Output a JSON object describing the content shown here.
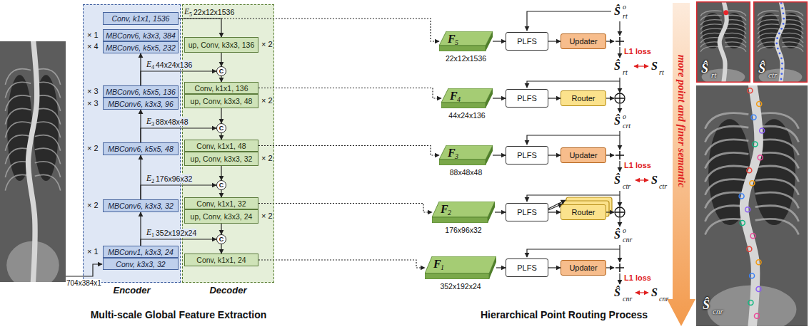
{
  "diagram": {
    "nodes": [
      {
        "text": [
          "Encoder"
        ]
      },
      {
        "text": [
          "Decoder"
        ]
      },
      {
        "text": [
          "Conv, k1x1, 1536"
        ],
        "in": 0
      },
      {
        "text": [
          "MBConv6, k3x3, 384"
        ],
        "in": 0
      },
      {
        "text": [
          "MBConv6, k5x5, 232"
        ],
        "in": 0
      },
      {
        "text": [
          "MBConv6, k5x5, 136"
        ],
        "in": 0
      },
      {
        "text": [
          "MBConv6, k3x3, 96"
        ],
        "in": 0
      },
      {
        "text": [
          "MBConv6, k5x5, 48"
        ],
        "in": 0
      },
      {
        "text": [
          "MBConv6, k3x3, 32"
        ],
        "in": 0
      },
      {
        "text": [
          "MBConv1, k3x3, 24"
        ],
        "in": 0
      },
      {
        "text": [
          "Conv, k3x3, 32"
        ],
        "in": 0
      },
      {
        "text": [
          "up, Conv, k3x3, 136"
        ],
        "in": 1
      },
      {
        "text": [
          "C"
        ],
        "in": 1
      },
      {
        "text": [
          "Conv, k1x1, 136"
        ],
        "in": 1
      },
      {
        "text": [
          "up, Conv, k3x3, 48"
        ],
        "in": 1
      },
      {
        "text": [
          "C"
        ],
        "in": 1
      },
      {
        "text": [
          "Conv, k1x1, 48"
        ],
        "in": 1
      },
      {
        "text": [
          "up, Conv, k3x3, 32"
        ],
        "in": 1
      },
      {
        "text": [
          "C"
        ],
        "in": 1
      },
      {
        "text": [
          "Conv, k1x1, 32"
        ],
        "in": 1
      },
      {
        "text": [
          "up, Conv, k3x3, 24"
        ],
        "in": 1
      },
      {
        "text": [
          "C"
        ],
        "in": 1
      },
      {
        "text": [
          "Conv, k1x1, 24"
        ],
        "in": 1
      },
      {
        "text": [
          "F",
          "5",
          "22x12x1536"
        ]
      },
      {
        "text": [
          "PLFS"
        ]
      },
      {
        "text": [
          "Updater"
        ]
      },
      {
        "text": [
          "F",
          "4",
          "44x24x136"
        ]
      },
      {
        "text": [
          "PLFS"
        ]
      },
      {
        "text": [
          "Router"
        ]
      },
      {
        "text": [
          "F",
          "3",
          "88x48x48"
        ]
      },
      {
        "text": [
          "PLFS"
        ]
      },
      {
        "text": [
          "Updater"
        ]
      },
      {
        "text": [
          "F",
          "2",
          "176x96x32"
        ]
      },
      {
        "text": [
          "PLFS"
        ]
      },
      {
        "text": [
          "Router"
        ]
      },
      {
        "text": [
          "F",
          "1",
          "352x192x24"
        ]
      },
      {
        "text": [
          "PLFS"
        ]
      },
      {
        "text": [
          "Updater"
        ]
      }
    ],
    "edges": [
      {
        "from": 9,
        "to": 8,
        "arrow": "to"
      },
      {
        "from": 8,
        "to": 7,
        "arrow": "to"
      },
      {
        "from": 7,
        "to": 6,
        "arrow": "to"
      },
      {
        "from": 5,
        "to": 4,
        "arrow": "to"
      },
      {
        "from": 2,
        "to": 11,
        "arrow": "to"
      },
      {
        "from": 5,
        "to": 12,
        "arrow": "to"
      },
      {
        "from": 7,
        "to": 15,
        "arrow": "to"
      },
      {
        "from": 8,
        "to": 18,
        "arrow": "to"
      },
      {
        "from": 9,
        "to": 21,
        "arrow": "to"
      },
      {
        "from": 11,
        "to": 12,
        "arrow": "to"
      },
      {
        "from": 12,
        "to": 13,
        "arrow": "to"
      },
      {
        "from": 14,
        "to": 15,
        "arrow": "to"
      },
      {
        "from": 15,
        "to": 16,
        "arrow": "to"
      },
      {
        "from": 17,
        "to": 18,
        "arrow": "to"
      },
      {
        "from": 18,
        "to": 19,
        "arrow": "to"
      },
      {
        "from": 20,
        "to": 21,
        "arrow": "to"
      },
      {
        "from": 21,
        "to": 22,
        "arrow": "to"
      },
      {
        "from": 2,
        "to": 23,
        "arrow": "to"
      },
      {
        "from": 13,
        "to": 26,
        "arrow": "to"
      },
      {
        "from": 16,
        "to": 29,
        "arrow": "to"
      },
      {
        "from": 19,
        "to": 32,
        "arrow": "to"
      },
      {
        "from": 22,
        "to": 35,
        "arrow": "to"
      },
      {
        "from": 23,
        "to": 24,
        "arrow": "to"
      },
      {
        "from": 26,
        "to": 27,
        "arrow": "to"
      },
      {
        "from": 29,
        "to": 30,
        "arrow": "to"
      },
      {
        "from": 32,
        "to": 33,
        "arrow": "to"
      },
      {
        "from": 35,
        "to": 36,
        "arrow": "to"
      },
      {
        "from": 24,
        "to": 25,
        "arrow": "to"
      },
      {
        "from": 27,
        "to": 28,
        "arrow": "to"
      },
      {
        "from": 30,
        "to": 31,
        "arrow": "to"
      },
      {
        "from": 33,
        "to": 34,
        "arrow": "to"
      },
      {
        "from": 36,
        "to": 37,
        "arrow": "to"
      }
    ],
    "labels": [
      "× 1",
      "× 4",
      "× 3",
      "× 3",
      "× 2",
      "× 2",
      "× 1",
      "× 2",
      "× 2",
      "× 2",
      "× 2",
      "E",
      "5",
      "22x12x1536",
      "E",
      "4",
      "44x24x136",
      "E",
      "3",
      "88x48x48",
      "E",
      "2",
      "176x96x32",
      "E",
      "1",
      "352x192x24",
      "704x384x1",
      "Multi-scale Global Feature Extraction",
      "Hierarchical Point Routing Process",
      "Ŝ",
      "o",
      "rt",
      "L1 loss",
      "Ŝ",
      "rt",
      "S",
      "rt",
      "Ŝ",
      "o",
      "crt",
      "L1 loss",
      "Ŝ",
      "ctr",
      "S",
      "ctr",
      "Ŝ",
      "o",
      "cnr",
      "L1 loss",
      "Ŝ",
      "cnr",
      "S",
      "cnr",
      "more point and finer semantic",
      "Ŝ",
      "rt",
      "Ŝ",
      "ctr",
      "Ŝ",
      "cnr"
    ]
  }
}
